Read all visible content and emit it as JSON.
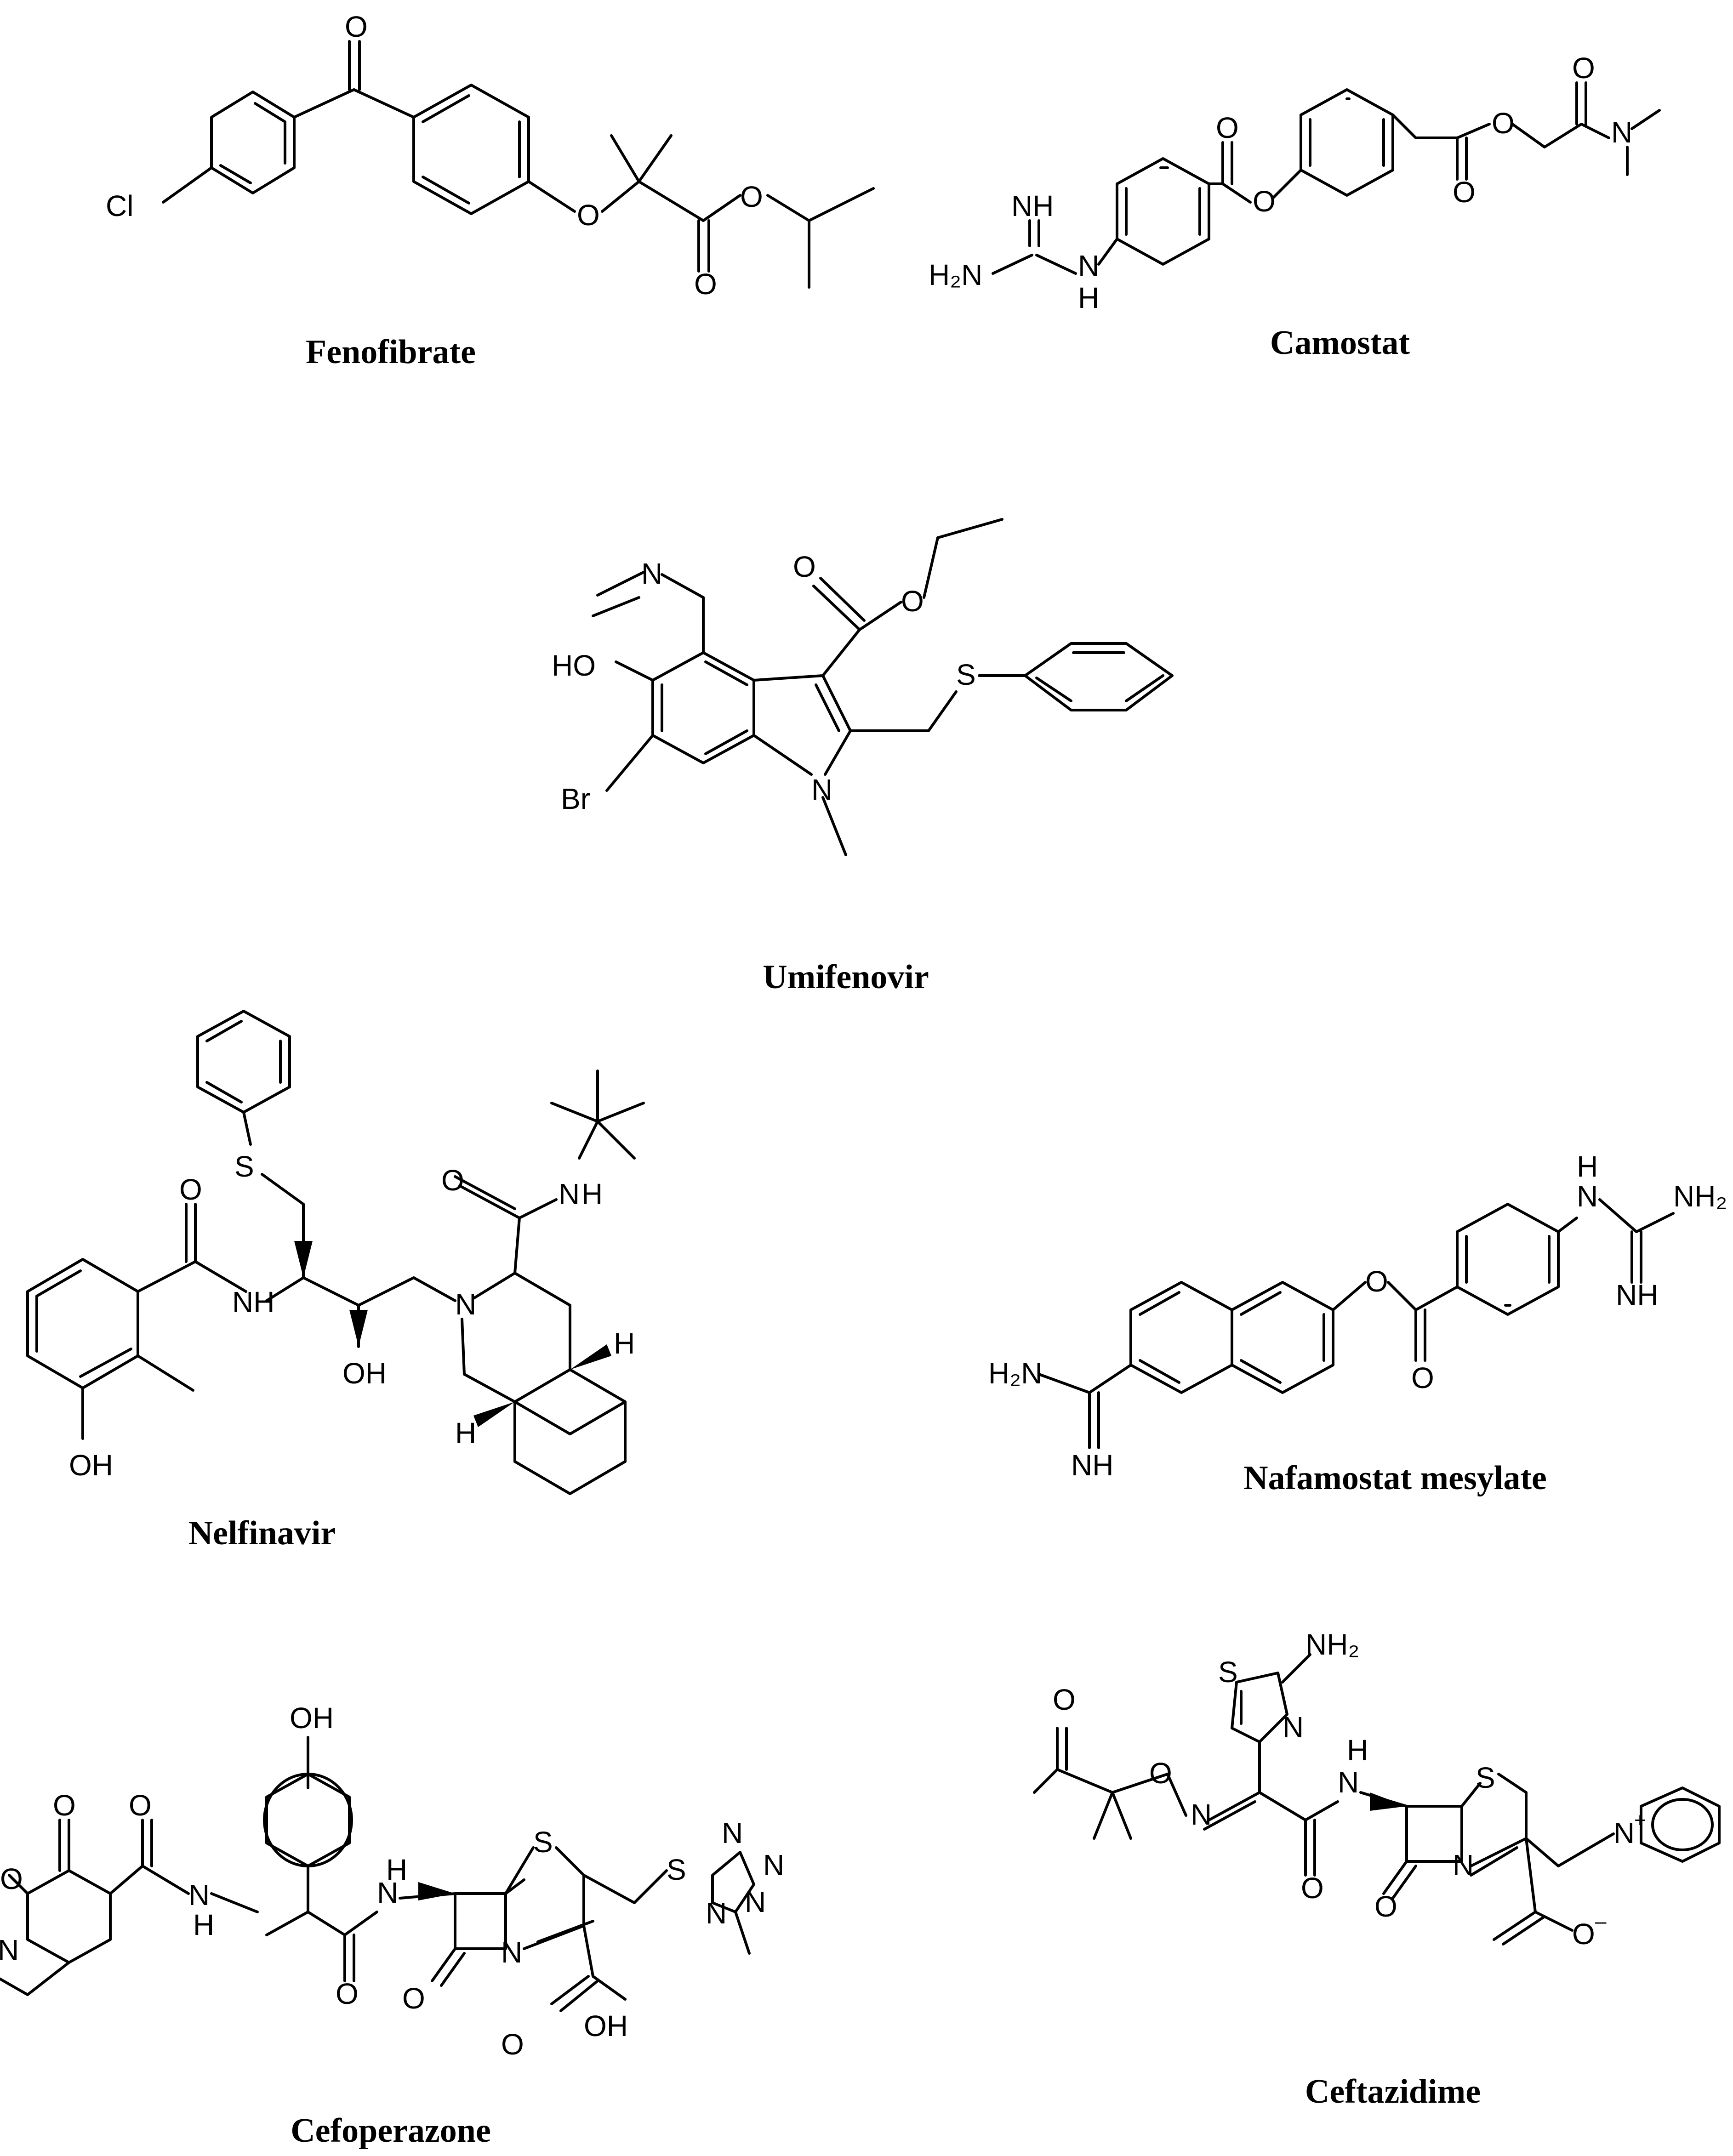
{
  "compounds": [
    {
      "id": "fenofibrate",
      "name": "Fenofibrate",
      "atoms": [
        "O",
        "Cl",
        "O",
        "O",
        "O"
      ]
    },
    {
      "id": "camostat",
      "name": "Camostat",
      "atoms": [
        "NH",
        "H₂N",
        "N",
        "H",
        "O",
        "O",
        "O",
        "O",
        "O",
        "N"
      ]
    },
    {
      "id": "umifenovir",
      "name": "Umifenovir",
      "atoms": [
        "N",
        "O",
        "O",
        "HO",
        "S",
        "Br",
        "N"
      ]
    },
    {
      "id": "nelfinavir",
      "name": "Nelfinavir",
      "atoms": [
        "S",
        "O",
        "NH",
        "O",
        "N",
        "H",
        "OH",
        "N",
        "H",
        "H",
        "OH"
      ]
    },
    {
      "id": "nafamostat",
      "name": "Nafamostat mesylate",
      "atoms": [
        "H",
        "N",
        "NH₂",
        "NH",
        "O",
        "O",
        "H₂N",
        "NH"
      ]
    },
    {
      "id": "cefoperazone",
      "name": "Cefoperazone",
      "atoms": [
        "OH",
        "O",
        "O",
        "O",
        "N",
        "N",
        "H",
        "N",
        "H",
        "O",
        "S",
        "S",
        "N",
        "N",
        "N",
        "N",
        "N",
        "O",
        "OH",
        "O"
      ]
    },
    {
      "id": "ceftazidime",
      "name": "Ceftazidime",
      "atoms": [
        "S",
        "NH₂",
        "N",
        "O",
        "O",
        "N",
        "H",
        "O",
        "N",
        "N",
        "S",
        "N",
        "+",
        "O",
        "O",
        "–"
      ]
    }
  ]
}
